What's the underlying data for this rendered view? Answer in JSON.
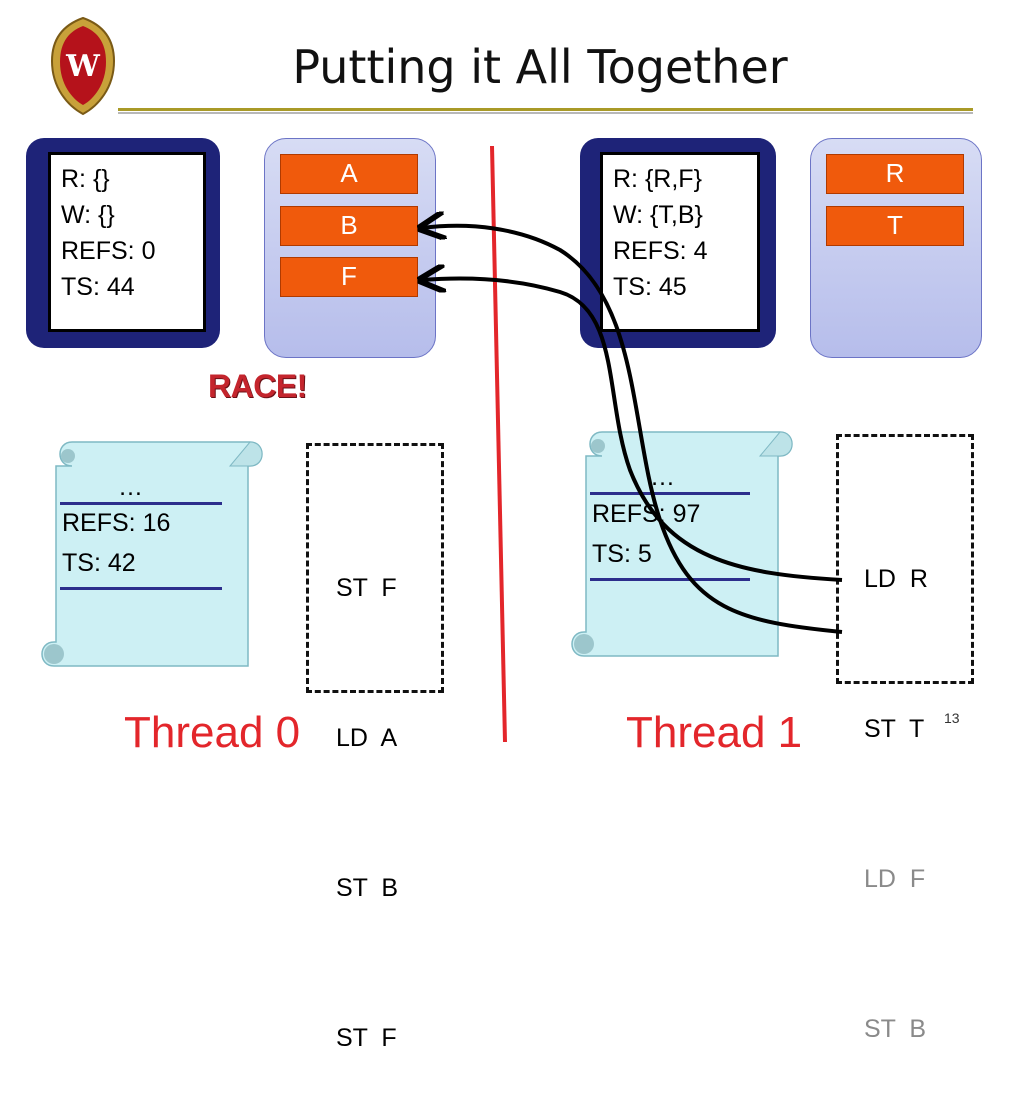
{
  "slide": {
    "title": "Putting it All Together",
    "number": "13"
  },
  "logo": {
    "letter": "W"
  },
  "thread0": {
    "label": "Thread 0",
    "state": {
      "r": "R: {}",
      "w": "W: {}",
      "refs": "REFS: 0",
      "ts": "TS: 44"
    },
    "cache_lines": [
      "A",
      "B",
      "F"
    ],
    "log": {
      "ellipsis": "…",
      "refs": "REFS: 16",
      "ts": "TS: 42"
    },
    "instructions": [
      {
        "op": "ST",
        "addr": "F"
      },
      {
        "op": "LD",
        "addr": "A"
      },
      {
        "op": "ST",
        "addr": "B"
      },
      {
        "op": "ST",
        "addr": "F"
      }
    ]
  },
  "thread1": {
    "label": "Thread 1",
    "state": {
      "r": "R: {R,F}",
      "w": "W: {T,B}",
      "refs": "REFS: 4",
      "ts": "TS: 45"
    },
    "cache_lines": [
      "R",
      "T"
    ],
    "log": {
      "ellipsis": "…",
      "refs": "REFS: 97",
      "ts": "TS: 5"
    },
    "instructions": [
      {
        "op": "LD",
        "addr": "R"
      },
      {
        "op": "ST",
        "addr": "T"
      },
      {
        "op": "LD",
        "addr": "F"
      },
      {
        "op": "ST",
        "addr": "B"
      }
    ]
  },
  "race_label": "RACE!",
  "colors": {
    "divider": "#e3262b",
    "cache_cell": "#f05a0c",
    "state_border": "#1e2378",
    "race": "#c4252d",
    "thread_label": "#e3262b"
  }
}
